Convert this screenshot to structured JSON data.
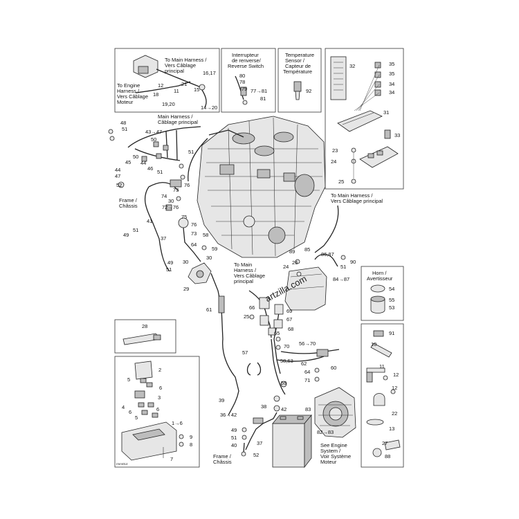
{
  "watermark": "artzilla.com",
  "diagram_code": "rmm014",
  "top_harness_box": {
    "to_main_harness": "To Main Harness /",
    "vers_cablage": "Vers Câblage",
    "principal": "principal",
    "to_engine_harness": "To Engine",
    "harness_vers": "Harness /",
    "vers_cablage2": "Vers Câblage",
    "moteur": "Moteur"
  },
  "reverse_switch_box": {
    "l1": "Interrupteur",
    "l2": "de renverse/",
    "l3": "Reverse Switch"
  },
  "temp_sensor_box": {
    "l1": "Temperature",
    "l2": "Sensor /",
    "l3": "Capteur de",
    "l4": "Température"
  },
  "main_harness_label": {
    "l1": "Main Harness /",
    "l2": "Câblage principal"
  },
  "to_main_harness_right": {
    "l1": "To Main Harness /",
    "l2": "Vers Câblage principal"
  },
  "to_main_harness_mid": {
    "l1": "To Main",
    "l2": "Harness /",
    "l3": "Vers Câblage",
    "l4": "principal"
  },
  "frame_upper": {
    "l1": "Frame /",
    "l2": "Châssis"
  },
  "frame_lower": {
    "l1": "Frame /",
    "l2": "Châssis"
  },
  "horn_box": {
    "l1": "Horn /",
    "l2": "Avertisseur"
  },
  "see_engine": {
    "l1": "See Engine",
    "l2": "System /",
    "l3": "Voir Système",
    "l4": "Moteur"
  },
  "callouts": {
    "c16_17": "16,17",
    "c21": "21",
    "c12": "12",
    "c15": "15",
    "c11": "11",
    "c18": "18",
    "c19_20": "19,20",
    "c14_20": "14→20",
    "c80": "80",
    "c78": "78",
    "c79": "79",
    "c77_81": "77→81",
    "c81": "81",
    "c92": "92",
    "c32": "32",
    "c35a": "35",
    "c35b": "35",
    "c34a": "34",
    "c34b": "34",
    "c31": "31",
    "c33": "33",
    "c23": "23",
    "c24a": "24",
    "c25a": "25",
    "c48": "48",
    "c51a": "51",
    "c43_47": "43→47",
    "c50a": "50",
    "c50b": "50",
    "c45": "45",
    "c44a": "44",
    "c44b": "44",
    "c47": "47",
    "c46": "46",
    "c51b": "51",
    "c52a": "52",
    "c51c": "51",
    "c73": "73",
    "c76a": "76",
    "c74": "74",
    "c30a": "30",
    "c72_76": "72→76",
    "c41": "41",
    "c51d": "51",
    "c49a": "49",
    "c37a": "37",
    "c75": "75",
    "c76b": "76",
    "c73b": "73",
    "c58a": "58",
    "c64a": "64",
    "c59a": "59",
    "c30b": "30",
    "c30c": "30",
    "c49b": "49",
    "c51e": "51",
    "c29": "29",
    "c89": "89",
    "c26": "26",
    "c24b": "24",
    "c85": "85",
    "c86_87": "86,87",
    "c90": "90",
    "c51f": "51",
    "c84_87": "84→87",
    "c54": "54",
    "c55": "55",
    "c53": "53",
    "c66": "66",
    "c69": "69",
    "c67": "67",
    "c25b": "25",
    "c68": "68",
    "c61": "61",
    "c65": "65",
    "c70": "70",
    "c56_70": "56→70",
    "c57": "57",
    "c58_63": "58,63",
    "c62": "62",
    "c60": "60",
    "c64b": "64",
    "c71": "71",
    "c59b": "59",
    "c91": "91",
    "c10": "10",
    "c11b": "11",
    "c12b": "12",
    "c12c": "12",
    "c22": "22",
    "c13": "13",
    "c27": "27",
    "c88": "88",
    "c28": "28",
    "c2": "2",
    "c5a": "5",
    "c6a": "6",
    "c3": "3",
    "c4": "4",
    "c6b": "6",
    "c5b": "5",
    "c6c": "6",
    "c1_6": "1→6",
    "c9": "9",
    "c8": "8",
    "c7": "7",
    "c39": "39",
    "c38": "38",
    "c42": "42",
    "c36_42": "36→42",
    "c83": "83",
    "c82_83": "82→83",
    "c49c": "49",
    "c51g": "51",
    "c37b": "37",
    "c40": "40",
    "c52b": "52"
  }
}
